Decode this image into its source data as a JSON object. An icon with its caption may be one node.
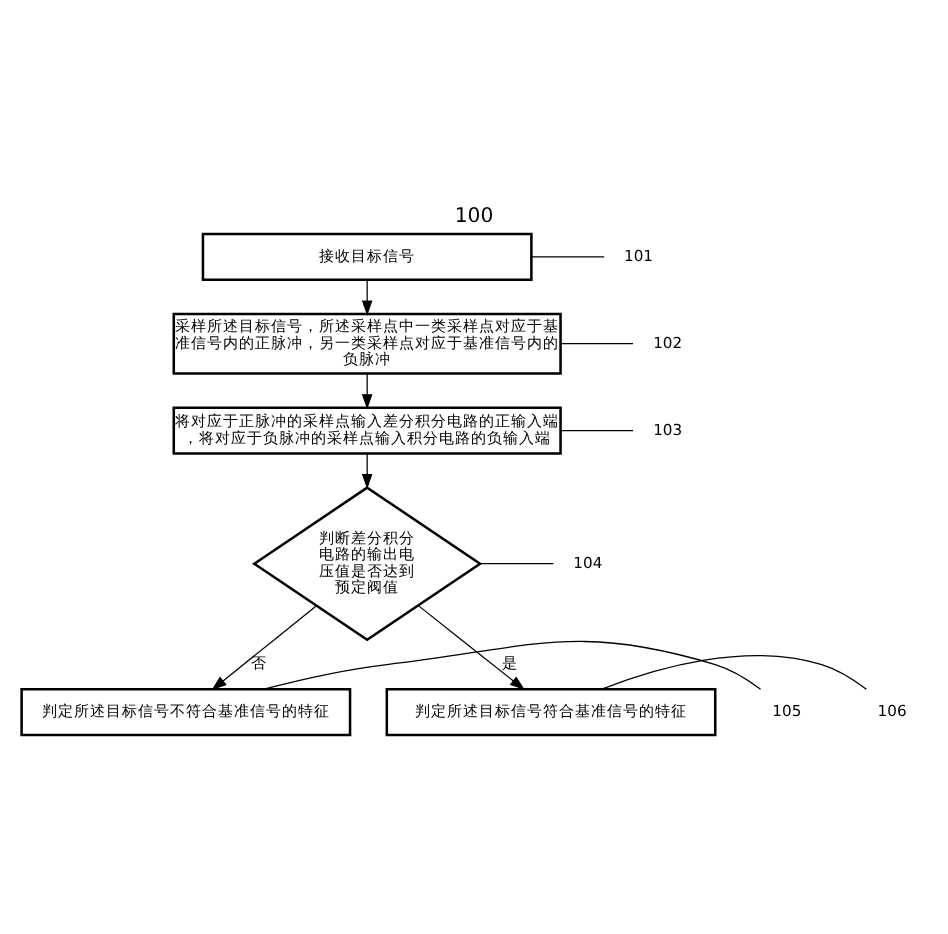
{
  "diagram": {
    "title": "100",
    "nodes": [
      {
        "text": [
          "接收目标信号"
        ]
      },
      {
        "text": [
          "采样所述目标信号，所述采样点中一类采样点对应于基准信号内的正脉冲，另一类采样点对应于基准信号内的负脉冲"
        ]
      },
      {
        "text": [
          "将对应于正脉冲的采样点输入差分积分电路的正输入端，将对应于负脉冲的采样点输入积分电路的负输入端"
        ]
      },
      {
        "text": [
          "判断差分积分电路的输出电压值是否达到预定阀值"
        ]
      },
      {
        "text": [
          "判定所述目标信号不符合基准信号的特征"
        ]
      },
      {
        "text": [
          "判定所述目标信号符合基准信号的特征"
        ]
      },
      {
        "text": [
          "101"
        ]
      },
      {
        "text": [
          "102"
        ]
      },
      {
        "text": [
          "103"
        ]
      },
      {
        "text": [
          "104"
        ]
      },
      {
        "text": [
          "105"
        ]
      },
      {
        "text": [
          "106"
        ]
      }
    ],
    "edges": [
      {
        "from": 0,
        "to": 1,
        "arrow": "to"
      },
      {
        "from": 1,
        "to": 2,
        "arrow": "to"
      },
      {
        "from": 2,
        "to": 3,
        "arrow": "to"
      },
      {
        "from": 3,
        "to": 4,
        "label": "否",
        "arrow": "to"
      },
      {
        "from": 3,
        "to": 5,
        "label": "是",
        "arrow": "to"
      },
      {
        "from": 6,
        "to": 0,
        "arrow": "none"
      },
      {
        "from": 7,
        "to": 1,
        "arrow": "none"
      },
      {
        "from": 8,
        "to": 2,
        "arrow": "none"
      },
      {
        "from": 9,
        "to": 3,
        "arrow": "none"
      },
      {
        "from": 10,
        "to": 4,
        "arrow": "none"
      },
      {
        "from": 11,
        "to": 5,
        "arrow": "none"
      }
    ]
  }
}
